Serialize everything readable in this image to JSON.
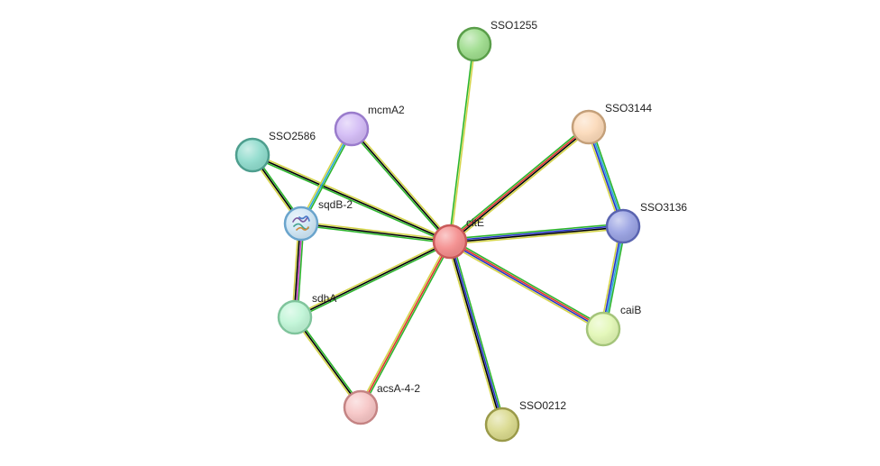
{
  "network": {
    "nodes": [
      {
        "id": "citE",
        "label": "citE",
        "color": "#f48c8c",
        "border": "#c85a5a"
      },
      {
        "id": "SSO1255",
        "label": "SSO1255",
        "color": "#9ddc8c",
        "border": "#5a9e4a"
      },
      {
        "id": "mcmA2",
        "label": "mcmA2",
        "color": "#d2baf5",
        "border": "#9a7ccc"
      },
      {
        "id": "SSO2586",
        "label": "SSO2586",
        "color": "#8edbcc",
        "border": "#4e9e8e"
      },
      {
        "id": "sqdB-2",
        "label": "sqdB-2",
        "color": "#cfe6f5",
        "border": "#6aa4cc",
        "has_structure": true
      },
      {
        "id": "sdhA",
        "label": "sdhA",
        "color": "#bff5d6",
        "border": "#80c49c"
      },
      {
        "id": "acsA-4-2",
        "label": "acsA-4-2",
        "color": "#f6c4c4",
        "border": "#c48484"
      },
      {
        "id": "SSO0212",
        "label": "SSO0212",
        "color": "#d9d98c",
        "border": "#9a9a4a"
      },
      {
        "id": "caiB",
        "label": "caiB",
        "color": "#e2f7b5",
        "border": "#a4c47a"
      },
      {
        "id": "SSO3136",
        "label": "SSO3136",
        "color": "#98a1e2",
        "border": "#5a64b0"
      },
      {
        "id": "SSO3144",
        "label": "SSO3144",
        "color": "#fbd9b8",
        "border": "#c4a07a"
      }
    ],
    "edges": [
      {
        "source": "citE",
        "target": "SSO1255",
        "channels": [
          "#2db52d",
          "#d4d44a"
        ]
      },
      {
        "source": "citE",
        "target": "mcmA2",
        "channels": [
          "#2db52d",
          "#000000",
          "#d4d44a"
        ]
      },
      {
        "source": "citE",
        "target": "SSO2586",
        "channels": [
          "#2db52d",
          "#000000",
          "#d4d44a"
        ]
      },
      {
        "source": "citE",
        "target": "sqdB-2",
        "channels": [
          "#2db52d",
          "#000000",
          "#d4d44a"
        ]
      },
      {
        "source": "citE",
        "target": "sdhA",
        "channels": [
          "#2db52d",
          "#000000",
          "#d4d44a"
        ]
      },
      {
        "source": "citE",
        "target": "acsA-4-2",
        "channels": [
          "#2db52d",
          "#e0342e",
          "#d4d44a"
        ]
      },
      {
        "source": "citE",
        "target": "SSO0212",
        "channels": [
          "#2db52d",
          "#2432c8",
          "#000000",
          "#d4d44a"
        ]
      },
      {
        "source": "citE",
        "target": "caiB",
        "channels": [
          "#2db52d",
          "#e0342e",
          "#2432c8",
          "#d4d44a"
        ]
      },
      {
        "source": "citE",
        "target": "SSO3136",
        "channels": [
          "#2db52d",
          "#2432c8",
          "#000000",
          "#d4d44a"
        ]
      },
      {
        "source": "citE",
        "target": "SSO3144",
        "channels": [
          "#2db52d",
          "#e0342e",
          "#000000",
          "#d4d44a"
        ]
      },
      {
        "source": "SSO3144",
        "target": "SSO3136",
        "channels": [
          "#2db52d",
          "#2aa8d8",
          "#2432c8",
          "#d4d44a"
        ]
      },
      {
        "source": "SSO3136",
        "target": "caiB",
        "channels": [
          "#2db52d",
          "#2aa8d8",
          "#2432c8",
          "#d4d44a"
        ]
      },
      {
        "source": "SSO2586",
        "target": "sqdB-2",
        "channels": [
          "#2db52d",
          "#000000",
          "#d4d44a"
        ]
      },
      {
        "source": "mcmA2",
        "target": "sqdB-2",
        "channels": [
          "#2db52d",
          "#2aa8d8",
          "#d4d44a"
        ]
      },
      {
        "source": "sqdB-2",
        "target": "sdhA",
        "channels": [
          "#2db52d",
          "#c040c0",
          "#000000",
          "#d4d44a"
        ]
      },
      {
        "source": "sdhA",
        "target": "acsA-4-2",
        "channels": [
          "#2db52d",
          "#000000",
          "#d4d44a"
        ]
      }
    ]
  }
}
